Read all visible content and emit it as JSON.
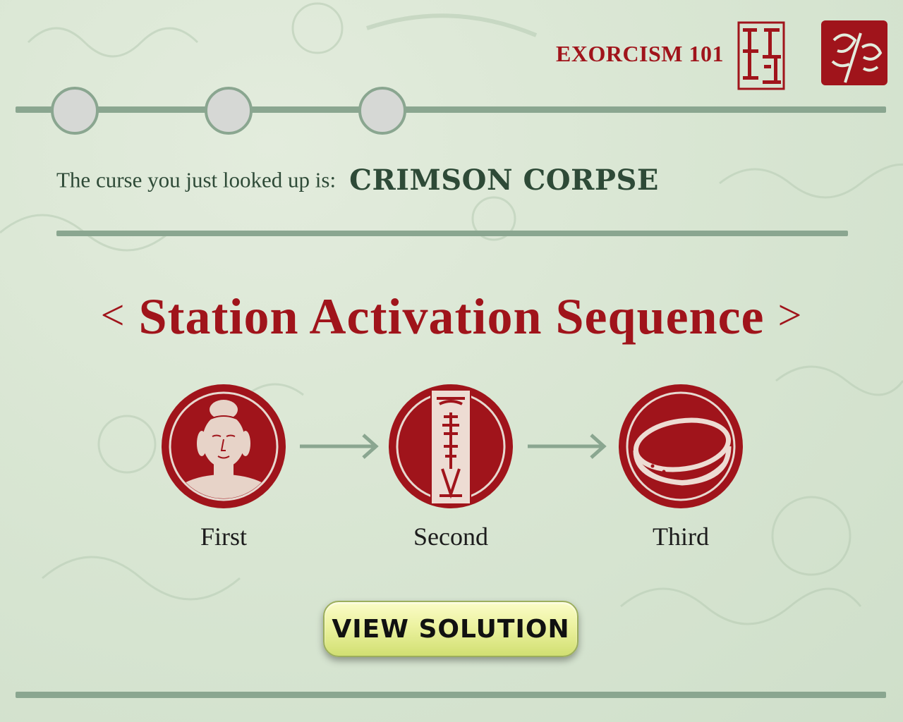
{
  "header": {
    "app_title": "EXORCISM 101",
    "seal_icons": [
      "seal-stamp-icon",
      "seal-stamp-icon"
    ],
    "progress_steps": [
      {
        "state": "inactive"
      },
      {
        "state": "inactive"
      },
      {
        "state": "inactive"
      }
    ]
  },
  "curse": {
    "label": "The curse you just looked up is:",
    "name": "CRIMSON CORPSE"
  },
  "sequence": {
    "bracket_open": "<",
    "heading": "Station Activation Sequence",
    "bracket_close": ">",
    "stations": [
      {
        "label": "First",
        "icon": "buddha-head-icon"
      },
      {
        "label": "Second",
        "icon": "talisman-scroll-icon"
      },
      {
        "label": "Third",
        "icon": "drum-icon"
      }
    ],
    "arrow_icon": "arrow-right-icon"
  },
  "actions": {
    "view_solution_label": "VIEW SOLUTION"
  },
  "colors": {
    "accent_red": "#a0141b",
    "heading_green": "#2e4a37",
    "line_green": "#8aa690",
    "button_yellow": "#ecf2a0",
    "background": "#d9e6d3"
  }
}
